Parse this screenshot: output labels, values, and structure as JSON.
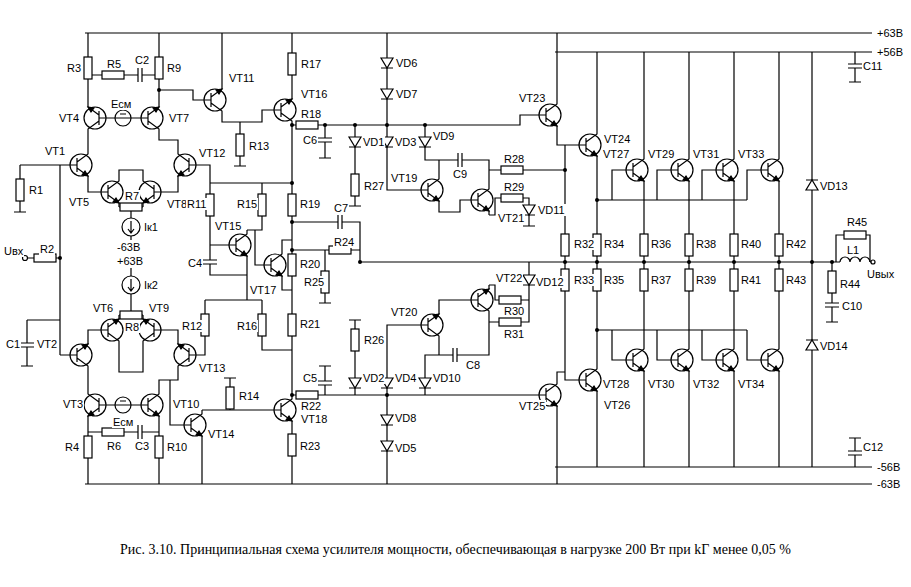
{
  "diagram": {
    "caption": "Рис. 3.10. Принципиальная схема усилителя мощности, обеспечивающая в нагрузке 200 Вт при kГ менее 0,05 %",
    "labels": [
      "+63В",
      "+56В",
      "-56В",
      "-63В",
      "R3",
      "R5",
      "C2",
      "R9",
      "VT4",
      "VT7",
      "Eсм",
      "VT11",
      "R17",
      "VT16",
      "R13",
      "R18",
      "C6",
      "VD6",
      "VD7",
      "VD1",
      "VD3",
      "VD9",
      "C9",
      "R27",
      "VT19",
      "VT21",
      "R28",
      "R29",
      "VD11",
      "VT23",
      "VT24",
      "VT27",
      "VT29",
      "VT31",
      "VT33",
      "VD13",
      "C11",
      "VT1",
      "VT5",
      "VT8",
      "VT12",
      "R1",
      "R7",
      "Iк1",
      "-63В",
      "+63В",
      "Iк2",
      "R11",
      "R15",
      "R19",
      "C7",
      "VT15",
      "C4",
      "VT17",
      "R24",
      "R20",
      "R25",
      "R32",
      "R34",
      "R36",
      "R38",
      "R40",
      "R42",
      "R45",
      "L1",
      "Uвых",
      "Uвх",
      "R2",
      "R8",
      "VT6",
      "VT9",
      "R12",
      "R16",
      "R21",
      "R26",
      "VT22",
      "VD12",
      "R30",
      "R31",
      "VT20",
      "C8",
      "R33",
      "R35",
      "R37",
      "R39",
      "R41",
      "R43",
      "R44",
      "C10",
      "C1",
      "VT2",
      "VT13",
      "Eсм",
      "VT3",
      "VT10",
      "R14",
      "R22",
      "C5",
      "VD2",
      "VD4",
      "VD10",
      "VT28",
      "VT30",
      "VT32",
      "VT34",
      "VD14",
      "VT25",
      "VT26",
      "R6",
      "C3",
      "VT14",
      "VT18",
      "R23",
      "VD8",
      "VD5",
      "C12",
      "R4",
      "R10"
    ]
  }
}
